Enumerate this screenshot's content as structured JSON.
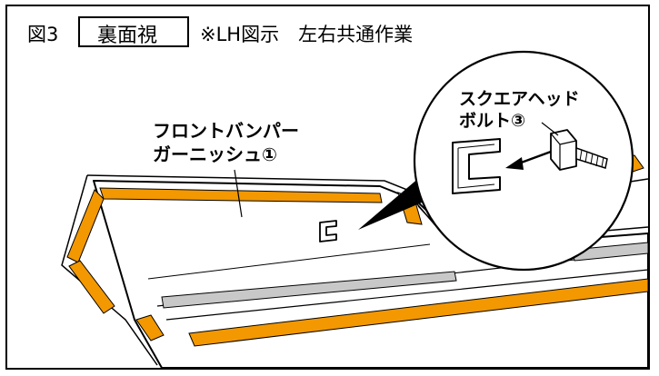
{
  "figure": {
    "number": "図3",
    "view_label": "裏面視",
    "note": "※LH図示　左右共通作業"
  },
  "callouts": {
    "part_name_line1": "フロントバンパー",
    "part_name_line2": "ガーニッシュ①",
    "bolt_name_line1": "スクエアヘッド",
    "bolt_name_line2": "ボルト③"
  },
  "colors": {
    "line": "#000000",
    "accent_orange": "#f39800",
    "strip_gray": "#c8c8c8",
    "background": "#ffffff"
  },
  "icons": [
    "clip-slot-icon",
    "square-head-bolt-icon",
    "direction-arrow-icon"
  ]
}
